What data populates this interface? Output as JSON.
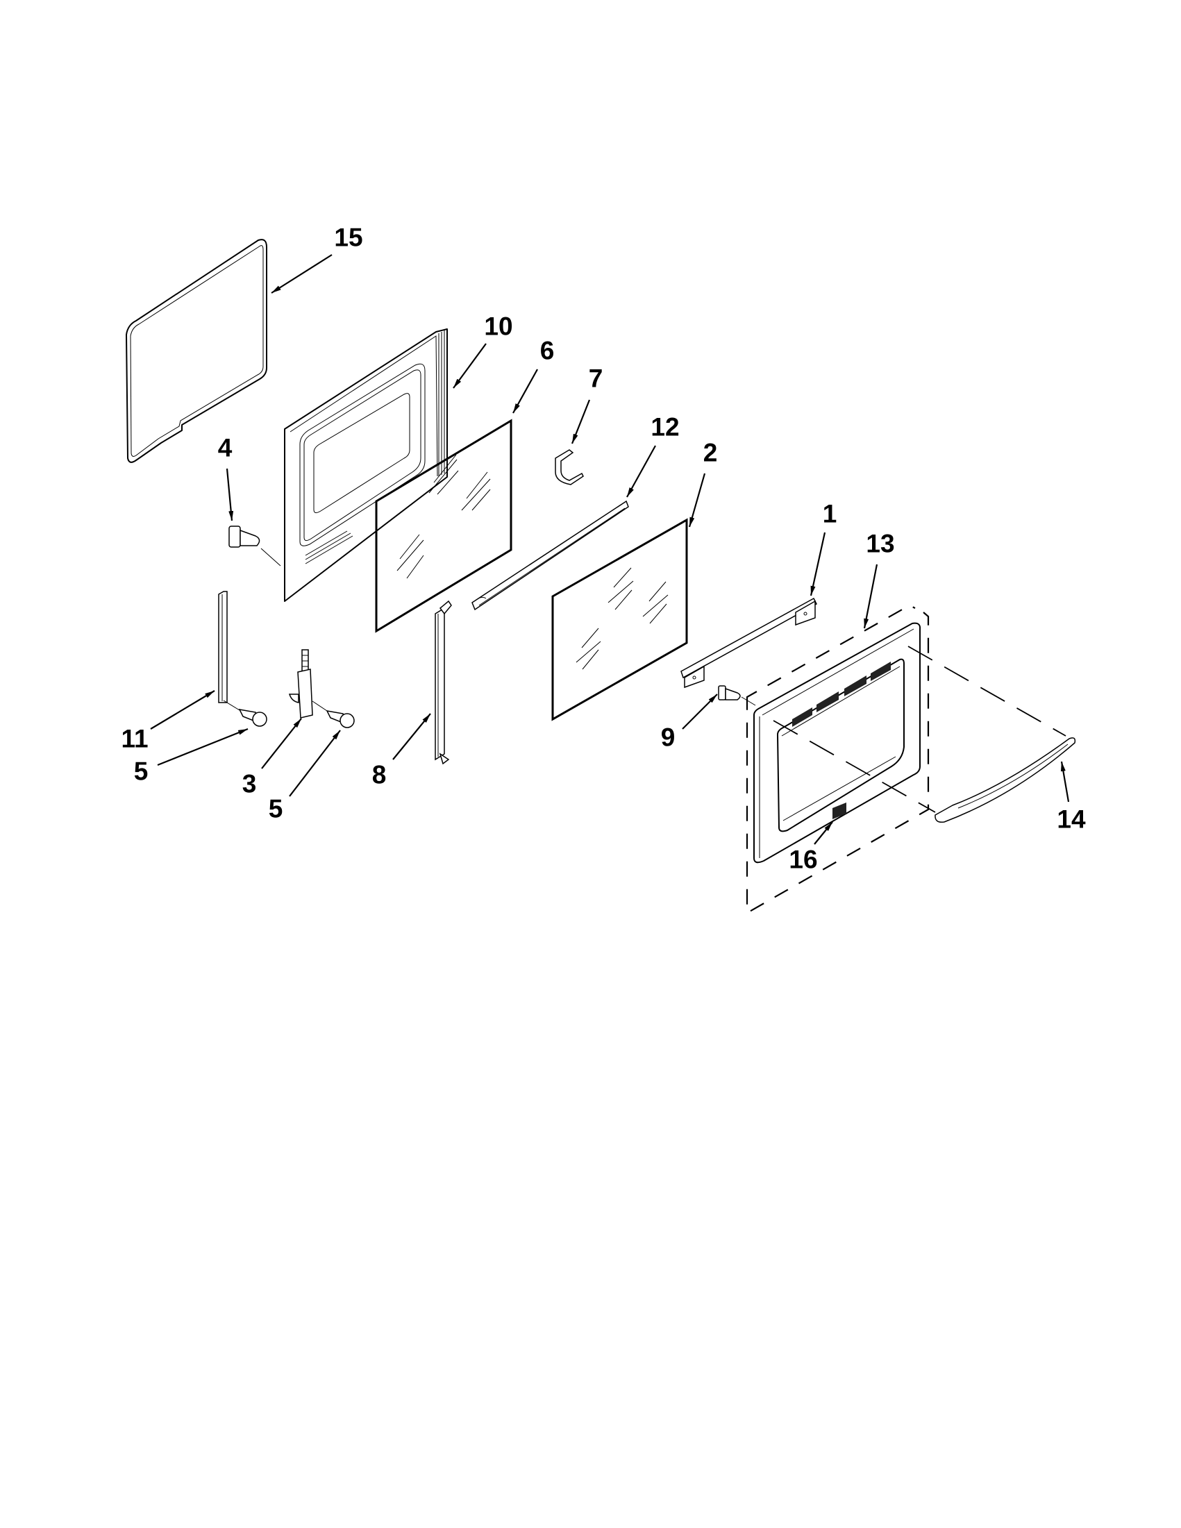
{
  "diagram": {
    "type": "exploded-parts-view",
    "subject": "oven door assembly",
    "background": "#ffffff",
    "line_color": "#000000",
    "callouts": [
      {
        "id": "15",
        "label": "15",
        "part": "door gasket"
      },
      {
        "id": "10",
        "label": "10",
        "part": "inner door liner"
      },
      {
        "id": "6",
        "label": "6",
        "part": "inner glass panel"
      },
      {
        "id": "7",
        "label": "7",
        "part": "glass clip"
      },
      {
        "id": "12",
        "label": "12",
        "part": "glass retainer strip"
      },
      {
        "id": "2",
        "label": "2",
        "part": "outer glass panel"
      },
      {
        "id": "4",
        "label": "4",
        "part": "screw"
      },
      {
        "id": "1",
        "label": "1",
        "part": "top door trim bar"
      },
      {
        "id": "13",
        "label": "13",
        "part": "outer door panel assembly"
      },
      {
        "id": "11",
        "label": "11",
        "part": "side trim strip"
      },
      {
        "id": "5a",
        "label": "5",
        "part": "screw"
      },
      {
        "id": "3",
        "label": "3",
        "part": "door hinge"
      },
      {
        "id": "5b",
        "label": "5",
        "part": "screw"
      },
      {
        "id": "8",
        "label": "8",
        "part": "side channel"
      },
      {
        "id": "9",
        "label": "9",
        "part": "screw"
      },
      {
        "id": "14",
        "label": "14",
        "part": "door handle"
      },
      {
        "id": "16",
        "label": "16",
        "part": "badge"
      }
    ]
  },
  "labels": {
    "l15": "15",
    "l10": "10",
    "l6": "6",
    "l7": "7",
    "l12": "12",
    "l2": "2",
    "l4": "4",
    "l1": "1",
    "l13": "13",
    "l11": "11",
    "l5a": "5",
    "l3": "3",
    "l5b": "5",
    "l8": "8",
    "l9": "9",
    "l14": "14",
    "l16": "16"
  }
}
